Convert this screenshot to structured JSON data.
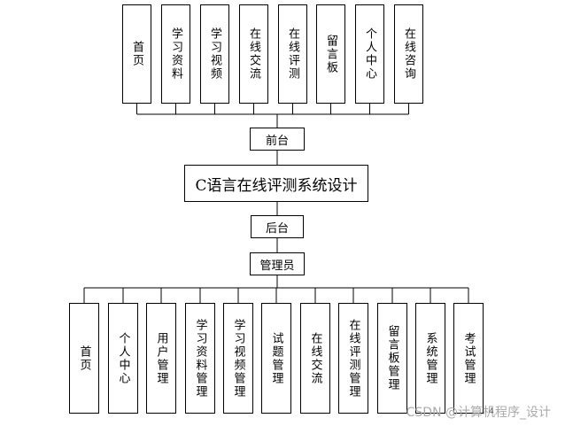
{
  "front_items": [
    "首页",
    "学习资料",
    "学习视频",
    "在线交流",
    "在线评测",
    "留言板",
    "个人中心",
    "在线咨询"
  ],
  "front_label": "前台",
  "system_title": "C语言在线评测系统设计",
  "back_label": "后台",
  "admin_label": "管理员",
  "admin_items": [
    "首页",
    "个人中心",
    "用户管理",
    "学习资料管理",
    "学习视频管理",
    "试题管理",
    "在线交流",
    "在线评测管理",
    "留言板管理",
    "系统管理",
    "考试管理"
  ],
  "watermark": "CSDN @计算机程序_设计",
  "mark": "4"
}
